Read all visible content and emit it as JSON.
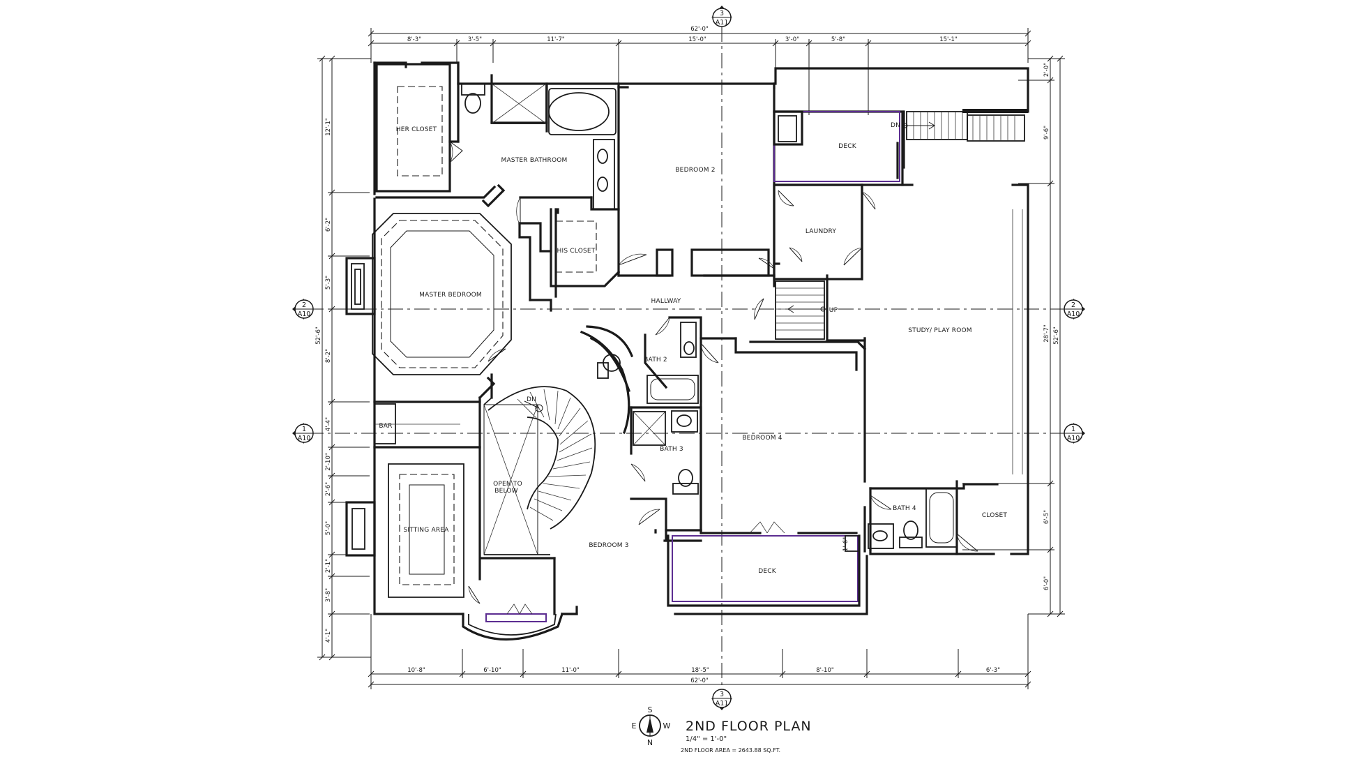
{
  "title": "2ND FLOOR PLAN",
  "scale": "1/4\" = 1'-0\"",
  "floor_area": "2ND FLOOR AREA =   2643.88 SQ.FT.",
  "compass": {
    "s": "S",
    "e": "E",
    "w": "W",
    "n": "N"
  },
  "rooms": {
    "her_closet": "HER CLOSET",
    "master_bathroom": "MASTER BATHROOM",
    "bedroom_2": "BEDROOM 2",
    "deck_top": "DECK",
    "laundry": "LAUNDRY",
    "his_closet": "HIS CLOSET",
    "master_bedroom": "MASTER BEDROOM",
    "hallway": "HALLWAY",
    "study": "STUDY/ PLAY ROOM",
    "bath_2": "BATH 2",
    "bar": "BAR",
    "bath_3": "BATH 3",
    "bedroom_4": "BEDROOM 4",
    "open_to": "OPEN TO",
    "below": "BELOW",
    "bath_4": "BATH 4",
    "closet": "CLOSET",
    "sitting_area": "SITTING AREA",
    "bedroom_3": "BEDROOM 3",
    "deck_bottom": "DECK"
  },
  "stairs": {
    "dn_top": "DN",
    "up": "UP",
    "dn_spiral": "DN"
  },
  "dimensions": {
    "top_overall": "62'-0\"",
    "top_segments": [
      "8'-3\"",
      "3'-5\"",
      "11'-7\"",
      "15'-0\"",
      "3'-0\"",
      "5'-8\"",
      "15'-1\""
    ],
    "bottom_overall": "62'-0\"",
    "bottom_segments": [
      "10'-8\"",
      "6'-10\"",
      "11'-0\"",
      "18'-5\"",
      "8'-10\"",
      "6'-3\""
    ],
    "left_overall": "52'-6\"",
    "left_segments": [
      "12'-1\"",
      "6'-2\"",
      "5'-3\"",
      "8'-2\"",
      "4'-4\"",
      "2'-10\"",
      "2'-6\"",
      "5'-0\"",
      "2'-1\"",
      "3'-8\"",
      "4'-1\""
    ],
    "right_overall": "52'-6\"",
    "right_segments": [
      "2'-0\"",
      "9'-6\"",
      "28'-7\"",
      "6'-5\"",
      "6'-0\""
    ],
    "deck_side": "1'-6\""
  },
  "markers": {
    "top": {
      "num": "3",
      "sheet": "A11"
    },
    "bottom": {
      "num": "3",
      "sheet": "A11"
    },
    "left_upper": {
      "num": "2",
      "sheet": "A10"
    },
    "left_lower": {
      "num": "1",
      "sheet": "A10"
    },
    "right_upper": {
      "num": "2",
      "sheet": "A10"
    },
    "right_lower": {
      "num": "1",
      "sheet": "A10"
    }
  }
}
